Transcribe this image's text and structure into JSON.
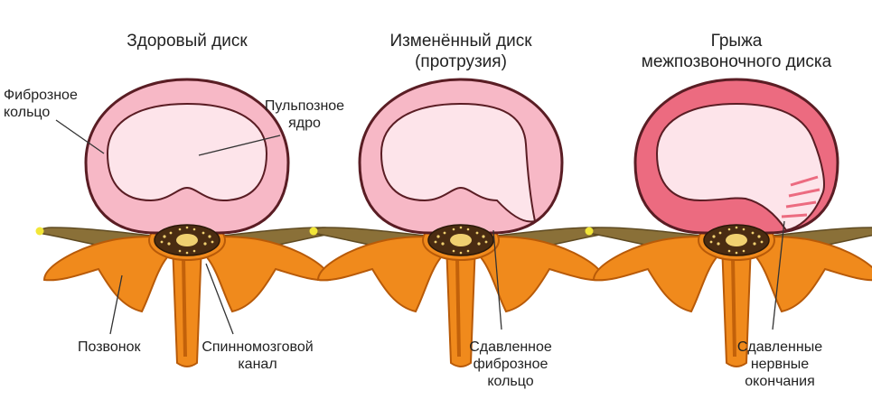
{
  "panels": [
    {
      "id": "healthy",
      "title_lines": [
        "Здоровый диск"
      ]
    },
    {
      "id": "protrusion",
      "title_lines": [
        "Изменённый диск",
        "(протрузия)"
      ]
    },
    {
      "id": "hernia",
      "title_lines": [
        "Грыжа",
        "межпозвоночного диска"
      ]
    }
  ],
  "labels": {
    "fibrous_ring": [
      "Фиброзное",
      "кольцо"
    ],
    "nucleus": [
      "Пульпозное",
      "ядро"
    ],
    "vertebra": "Позвонок",
    "spinal_canal": [
      "Спинномозговой",
      "канал"
    ],
    "compressed_ring": [
      "Сдавленное",
      "фиброзное",
      "кольцо"
    ],
    "compressed_nerves": [
      "Сдавленные",
      "нервные",
      "окончания"
    ]
  },
  "colors": {
    "bone": "#f08a1c",
    "bone_dark": "#c2610a",
    "annulus_healthy": "#f7b8c6",
    "annulus_hernia": "#ec6b80",
    "nucleus": "#fde4ea",
    "nerve_root": "#8a7038",
    "nerve_tip": "#f2e638",
    "spinal_cord": "#4a2c12",
    "cord_dots": "#f0d070",
    "outline": "#5a1d24"
  }
}
